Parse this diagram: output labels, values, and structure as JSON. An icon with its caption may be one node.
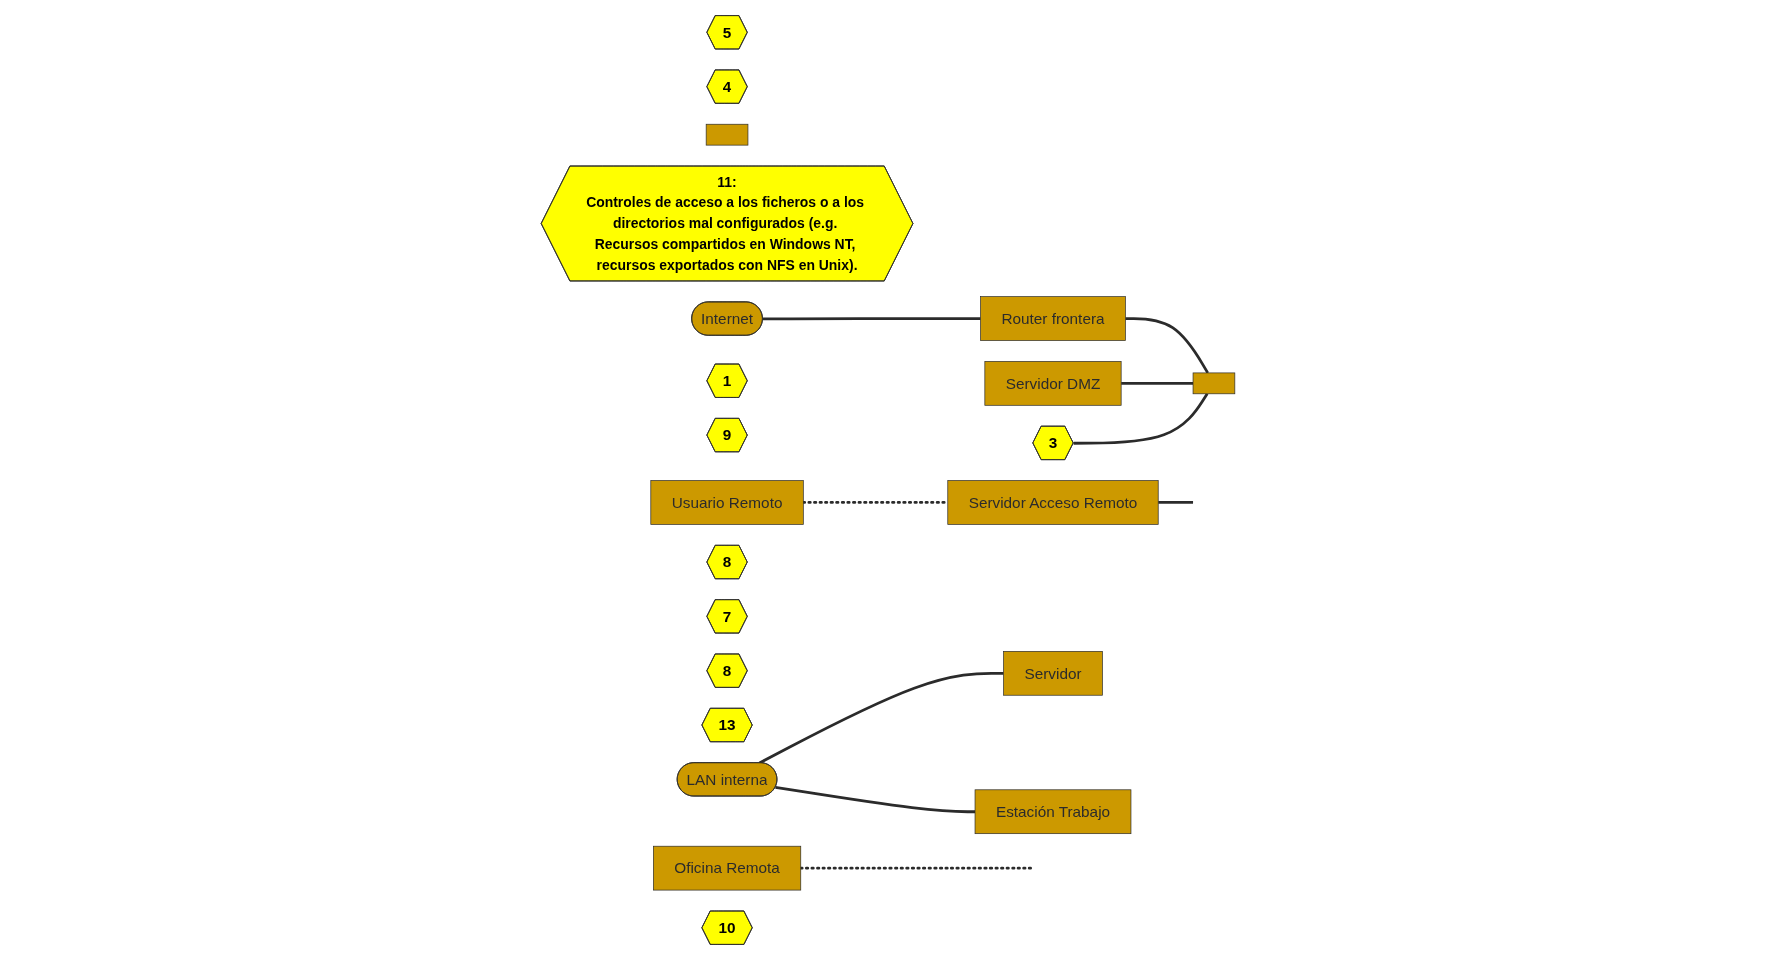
{
  "diagram": {
    "nodes": [
      {
        "text": [
          "5"
        ]
      },
      {
        "text": [
          "4"
        ]
      },
      {
        "text": [
          "Servidor DMZ"
        ]
      },
      {
        "text": [],
        "shape": "box"
      },
      {
        "text": [
          "11:",
          "Controles de acceso a los ficheros o a los directorios mal configurados (e.g. Recursos compartidos en Windows NT, recursos exportados con NFS en Unix)."
        ]
      },
      {
        "text": [
          "3"
        ]
      },
      {
        "text": [
          "Internet"
        ]
      },
      {
        "text": [
          "Router frontera"
        ]
      },
      {
        "text": [],
        "shape": "box"
      },
      {
        "text": [
          "1"
        ]
      },
      {
        "text": [
          "9"
        ]
      },
      {
        "text": [
          "LAN interna"
        ]
      },
      {
        "text": [
          "Servidor Acceso Remoto"
        ]
      },
      {
        "text": [
          "8"
        ]
      },
      {
        "text": [
          "7"
        ]
      },
      {
        "text": [
          "8"
        ]
      },
      {
        "text": [
          "13"
        ]
      },
      {
        "text": [
          "Usuario Remoto"
        ]
      },
      {
        "text": [
          "Oficina Remota"
        ]
      },
      {
        "text": [
          "10"
        ]
      },
      {
        "text": [
          "Servidor"
        ]
      },
      {
        "text": [
          "Estación Trabajo"
        ]
      }
    ],
    "edges": [
      {
        "from": 6,
        "to": 7,
        "arrow": "none"
      },
      {
        "from": 7,
        "to": 8,
        "arrow": "none"
      },
      {
        "from": 2,
        "to": 8,
        "arrow": "none"
      },
      {
        "from": 5,
        "to": 8,
        "arrow": "none"
      },
      {
        "from": 12,
        "to": null,
        "arrow": "none"
      },
      {
        "from": 17,
        "to": 12,
        "arrow": "none",
        "style": "dashed"
      },
      {
        "from": 18,
        "to": null,
        "arrow": "none",
        "style": "dashed"
      },
      {
        "from": 11,
        "to": 20,
        "arrow": "none"
      },
      {
        "from": 11,
        "to": 21,
        "arrow": "none"
      }
    ]
  }
}
